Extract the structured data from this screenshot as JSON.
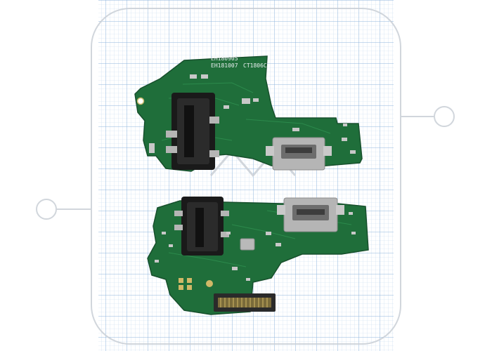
{
  "photo": {
    "subject": "charging-port-board-pair",
    "watermark_shape": "rounded-square-with-side-circles",
    "colors": {
      "paper": "#ffffff",
      "grid_fine": "#c8dcef",
      "grid_major": "#8fb6de",
      "pcb": "#1f6e3a",
      "pcb_edge": "#174f2c",
      "silkscreen": "#e9eef0",
      "metal": "#b5b5b5",
      "watermark": "#c9cfd6"
    }
  },
  "top_board": {
    "silkscreen_lines": [
      "EH180905",
      "EH181007",
      "CT1806C"
    ]
  },
  "bottom_board": {}
}
